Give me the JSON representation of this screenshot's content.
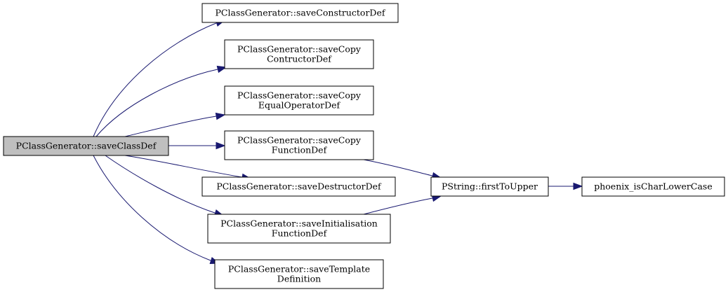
{
  "graph": {
    "nodes": [
      {
        "id": "n_saveClassDef",
        "lines": [
          "PClassGenerator::saveClassDef"
        ],
        "highlighted": true
      },
      {
        "id": "n_saveConstructorDef",
        "lines": [
          "PClassGenerator::saveConstructorDef"
        ]
      },
      {
        "id": "n_saveCopyContructorDef",
        "lines": [
          "PClassGenerator::saveCopy",
          "ContructorDef"
        ]
      },
      {
        "id": "n_saveCopyEqualOperatorDef",
        "lines": [
          "PClassGenerator::saveCopy",
          "EqualOperatorDef"
        ]
      },
      {
        "id": "n_saveCopyFunctionDef",
        "lines": [
          "PClassGenerator::saveCopy",
          "FunctionDef"
        ]
      },
      {
        "id": "n_saveDestructorDef",
        "lines": [
          "PClassGenerator::saveDestructorDef"
        ]
      },
      {
        "id": "n_saveInitialisationFunctionDef",
        "lines": [
          "PClassGenerator::saveInitialisation",
          "FunctionDef"
        ]
      },
      {
        "id": "n_saveTemplateDefinition",
        "lines": [
          "PClassGenerator::saveTemplate",
          "Definition"
        ]
      },
      {
        "id": "n_firstToUpper",
        "lines": [
          "PString::firstToUpper"
        ]
      },
      {
        "id": "n_isCharLowerCase",
        "lines": [
          "phoenix_isCharLowerCase"
        ]
      }
    ],
    "edges": [
      {
        "from": "n_saveClassDef",
        "to": "n_saveConstructorDef"
      },
      {
        "from": "n_saveClassDef",
        "to": "n_saveCopyContructorDef"
      },
      {
        "from": "n_saveClassDef",
        "to": "n_saveCopyEqualOperatorDef"
      },
      {
        "from": "n_saveClassDef",
        "to": "n_saveCopyFunctionDef"
      },
      {
        "from": "n_saveClassDef",
        "to": "n_saveDestructorDef"
      },
      {
        "from": "n_saveClassDef",
        "to": "n_saveInitialisationFunctionDef"
      },
      {
        "from": "n_saveClassDef",
        "to": "n_saveTemplateDefinition"
      },
      {
        "from": "n_saveCopyFunctionDef",
        "to": "n_firstToUpper"
      },
      {
        "from": "n_saveInitialisationFunctionDef",
        "to": "n_firstToUpper"
      },
      {
        "from": "n_firstToUpper",
        "to": "n_isCharLowerCase"
      }
    ]
  },
  "colors": {
    "highlight_fill": "#bfbfbf",
    "node_fill": "#ffffff",
    "node_border": "#000000",
    "edge": "#191970"
  }
}
